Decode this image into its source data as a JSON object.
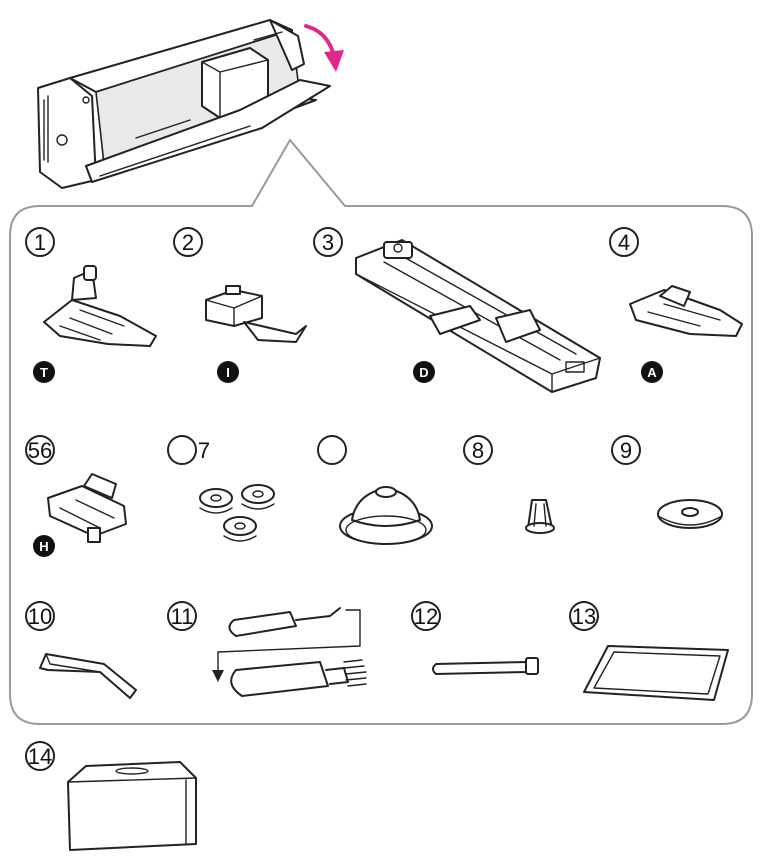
{
  "labels": {
    "n1": "1",
    "n2": "2",
    "n3": "3",
    "n4": "4",
    "n56": "56",
    "n7": "7",
    "n8": "8",
    "n9": "9",
    "n10": "10",
    "n11": "11",
    "n12": "12",
    "n13": "13",
    "n14": "14"
  },
  "foot_letters": {
    "t": "T",
    "i": "I",
    "d": "D",
    "a": "A",
    "h": "H"
  },
  "colors": {
    "arrow": "#e0278a",
    "outline": "#222222",
    "panel_border": "#9a9a9a",
    "badge": "#111111"
  }
}
